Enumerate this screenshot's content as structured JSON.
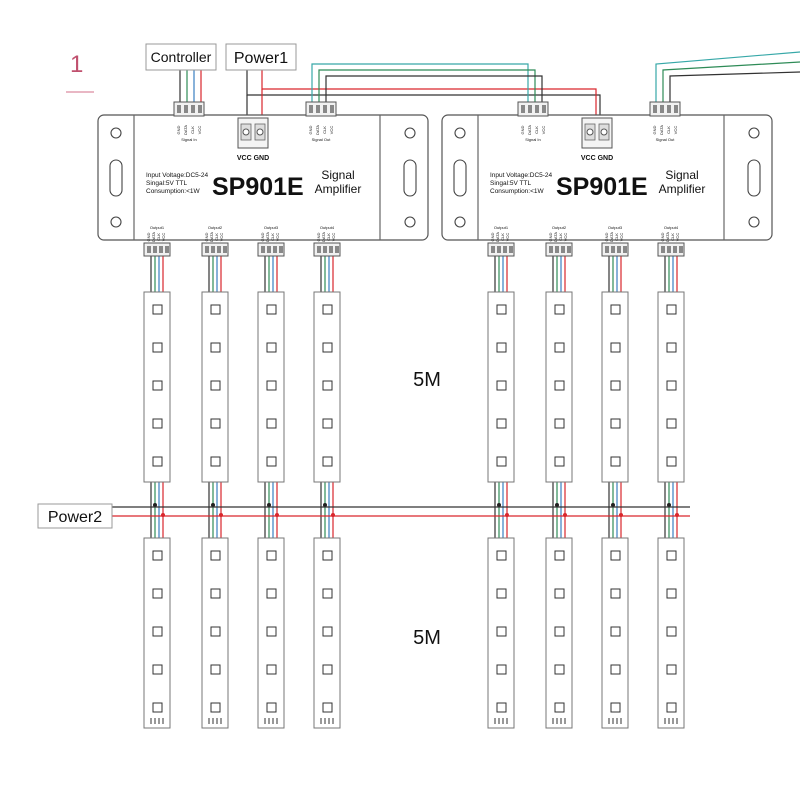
{
  "figure_number": "1",
  "labels": {
    "controller": "Controller",
    "power1": "Power1",
    "power2": "Power2",
    "length_top": "5M",
    "length_bottom": "5M"
  },
  "amplifier": {
    "model": "SP901E",
    "type_line1": "Signal",
    "type_line2": "Amplifier",
    "spec_voltage": "Input Voltage:DC5-24",
    "spec_signal": "Singal:5V TTL",
    "spec_consumption": "Consumption:<1W",
    "signal_in": "Signal In",
    "signal_out": "Signal Out",
    "vcc_gnd": "VCC GND",
    "outputs": [
      "Output1",
      "Output2",
      "Output3",
      "Output4"
    ],
    "pins": [
      "GND",
      "DATA",
      "CLK",
      "VCC"
    ]
  },
  "colors": {
    "wire_black": "#333333",
    "wire_green": "#2e8b57",
    "wire_blue": "#3a7fc1",
    "wire_red": "#d9262c",
    "wire_cyan": "#37a8a8",
    "figure_number": "#c0506e"
  }
}
